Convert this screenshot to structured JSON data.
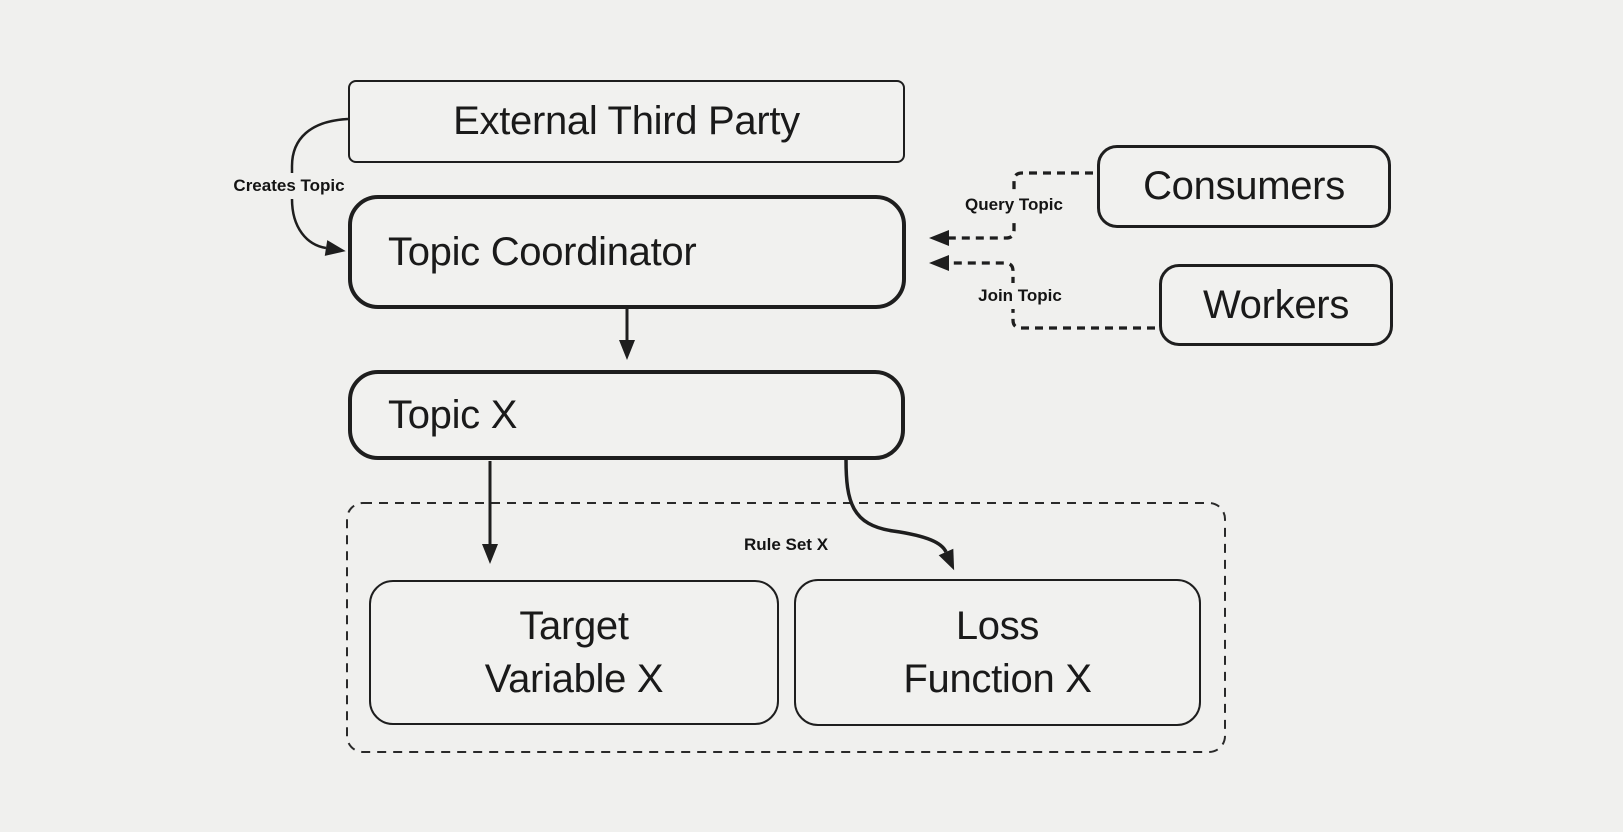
{
  "diagram": {
    "colors": {
      "background": "#f0f0ee",
      "ink": "#1e1e1e"
    },
    "nodes": {
      "external_third_party": {
        "label": "External Third Party"
      },
      "topic_coordinator": {
        "label": "Topic Coordinator"
      },
      "consumers": {
        "label": "Consumers"
      },
      "workers": {
        "label": "Workers"
      },
      "topic_x": {
        "label": "Topic X"
      },
      "target_variable_x": {
        "label": "Target\nVariable X"
      },
      "loss_function_x": {
        "label": "Loss\nFunction X"
      }
    },
    "group": {
      "rule_set_x": {
        "label": "Rule Set X"
      }
    },
    "edges": [
      {
        "id": "creates-topic",
        "label": "Creates Topic",
        "from": "External Third Party",
        "to": "Topic Coordinator",
        "style": "solid-curved-arrow"
      },
      {
        "id": "query-topic",
        "label": "Query Topic",
        "from": "Consumers",
        "to": "Topic Coordinator",
        "style": "dashed-elbow-arrow"
      },
      {
        "id": "join-topic",
        "label": "Join Topic",
        "from": "Workers",
        "to": "Topic Coordinator",
        "style": "dashed-elbow-arrow"
      },
      {
        "id": "coordinator-to-topic-x",
        "label": "",
        "from": "Topic Coordinator",
        "to": "Topic X",
        "style": "solid-arrow"
      },
      {
        "id": "topic-x-to-target-variable",
        "label": "",
        "from": "Topic X",
        "to": "Target Variable X",
        "style": "solid-arrow"
      },
      {
        "id": "topic-x-to-loss-function",
        "label": "",
        "from": "Topic X",
        "to": "Loss Function X",
        "style": "solid-curved-arrow"
      }
    ]
  }
}
